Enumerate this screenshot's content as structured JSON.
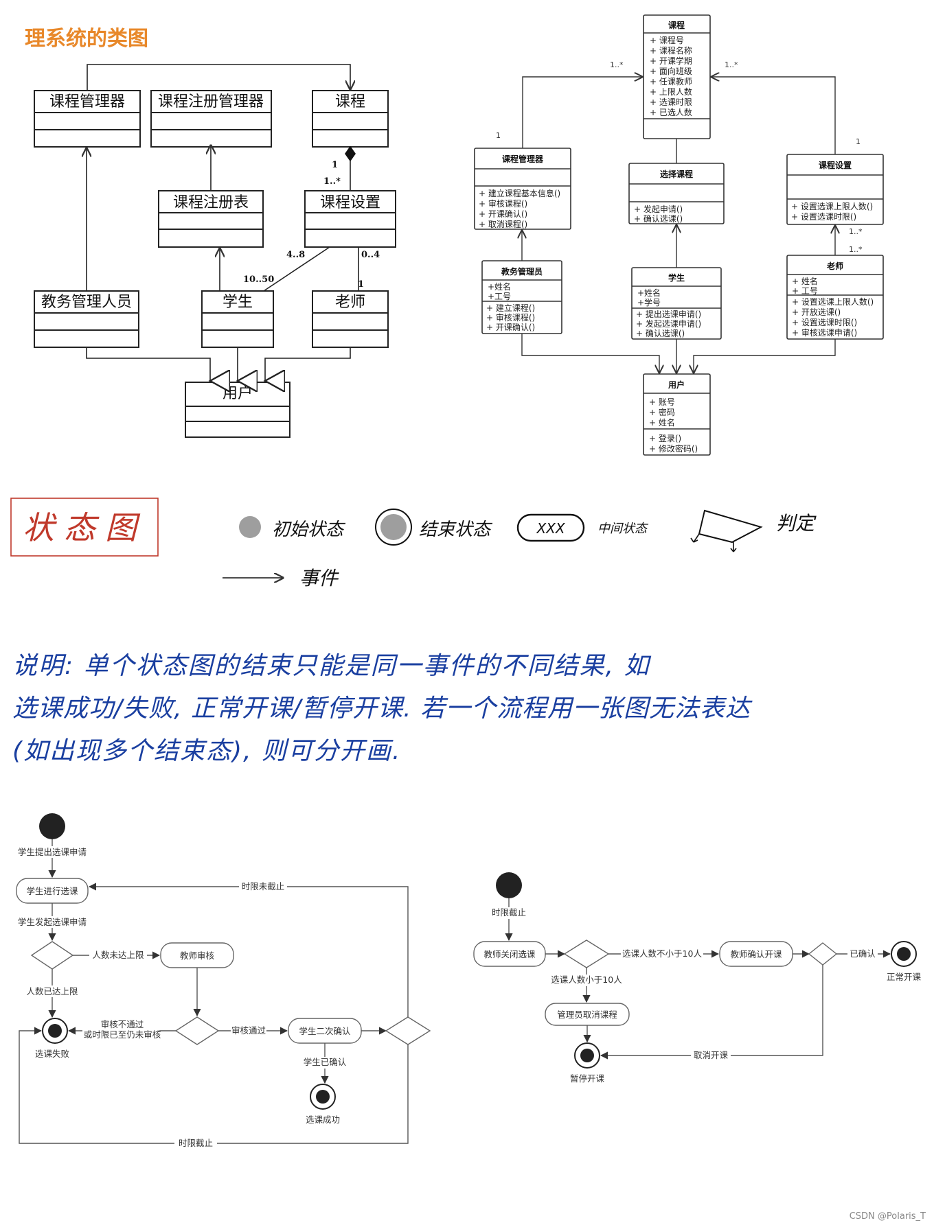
{
  "left_class_diagram": {
    "title": "理系统的类图",
    "classes": {
      "course_manager": "课程管理器",
      "course_reg_manager": "课程注册管理器",
      "course": "课程",
      "course_reg_table": "课程注册表",
      "course_setting": "课程设置",
      "admin_staff": "教务管理人员",
      "student": "学生",
      "teacher": "老师",
      "user": "用户"
    },
    "multiplicities": {
      "m1": "1",
      "m1n": "1..*",
      "m48": "4..8",
      "m04": "0..4",
      "m1050": "10..50",
      "mt1": "1"
    }
  },
  "right_class_diagram": {
    "course": {
      "name": "课程",
      "attrs": [
        "+ 课程号",
        "+ 课程名称",
        "+ 开课学期",
        "+ 面向班级",
        "+ 任课教师",
        "+ 上限人数",
        "+ 选课时限",
        "+ 已选人数"
      ]
    },
    "manager": {
      "name": "课程管理器",
      "ops": [
        "+ 建立课程基本信息()",
        "+ 审核课程()",
        "+ 开课确认()",
        "+ 取消课程()"
      ]
    },
    "select": {
      "name": "选择课程",
      "ops": [
        "+ 发起申请()",
        "+ 确认选课()"
      ]
    },
    "setting": {
      "name": "课程设置",
      "ops": [
        "+ 设置选课上限人数()",
        "+ 设置选课时限()"
      ]
    },
    "admin": {
      "name": "教务管理员",
      "attrs": [
        "+姓名",
        "+工号"
      ],
      "ops": [
        "+ 建立课程()",
        "+ 审核课程()",
        "+ 开课确认()"
      ]
    },
    "student": {
      "name": "学生",
      "attrs": [
        "+姓名",
        "+学号"
      ],
      "ops": [
        "+ 提出选课申请()",
        "+ 发起选课申请()",
        "+ 确认选课()"
      ]
    },
    "teacher": {
      "name": "老师",
      "attrs": [
        "+ 姓名",
        "+ 工号"
      ],
      "ops": [
        "+ 设置选课上限人数()",
        "+ 开放选课()",
        "+ 设置选课时限()",
        "+ 审核选课申请()"
      ]
    },
    "user": {
      "name": "用户",
      "attrs": [
        "+ 账号",
        "+ 密码",
        "+ 姓名"
      ],
      "ops": [
        "+ 登录()",
        "+ 修改密码()"
      ]
    },
    "mult": {
      "a": "1..*",
      "b": "1..*",
      "c": "1",
      "d": "1",
      "e": "1..*",
      "f": "1..*"
    }
  },
  "legend": {
    "title": "状态图",
    "initial": "初始状态",
    "final": "结束状态",
    "middle_inner": "XXX",
    "middle": "中间状态",
    "decision": "判定",
    "event": "事件"
  },
  "note": {
    "line1": "说明: 单个状态图的结束只能是同一事件的不同结果, 如",
    "line2": "选课成功/失败, 正常开课/暂停开课. 若一个流程用一张图无法表达",
    "line3": "(如出现多个结束态), 则可分开画."
  },
  "state_left": {
    "e_start": "学生提出选课申请",
    "s_select": "学生进行选课",
    "e_initiate": "学生发起选课申请",
    "e_not_full": "人数未达上限",
    "s_review": "教师审核",
    "e_full": "人数已达上限",
    "e_reject1": "审核不通过",
    "e_reject2": "或时限已至仍未审核",
    "e_pass": "审核通过",
    "s_confirm2": "学生二次确认",
    "e_timeout_not": "时限未截止",
    "f_fail": "选课失败",
    "e_confirmed": "学生已确认",
    "f_success": "选课成功",
    "e_deadline": "时限截止"
  },
  "state_right": {
    "e_deadline": "时限截止",
    "s_close": "教师关闭选课",
    "e_ge10": "选课人数不小于10人",
    "s_confirm": "教师确认开课",
    "e_confirmed": "已确认",
    "f_normal": "正常开课",
    "e_lt10": "选课人数小于10人",
    "s_cancel": "管理员取消课程",
    "e_cancel": "取消开课",
    "f_pause": "暂停开课"
  },
  "watermark": "CSDN @Polaris_T"
}
